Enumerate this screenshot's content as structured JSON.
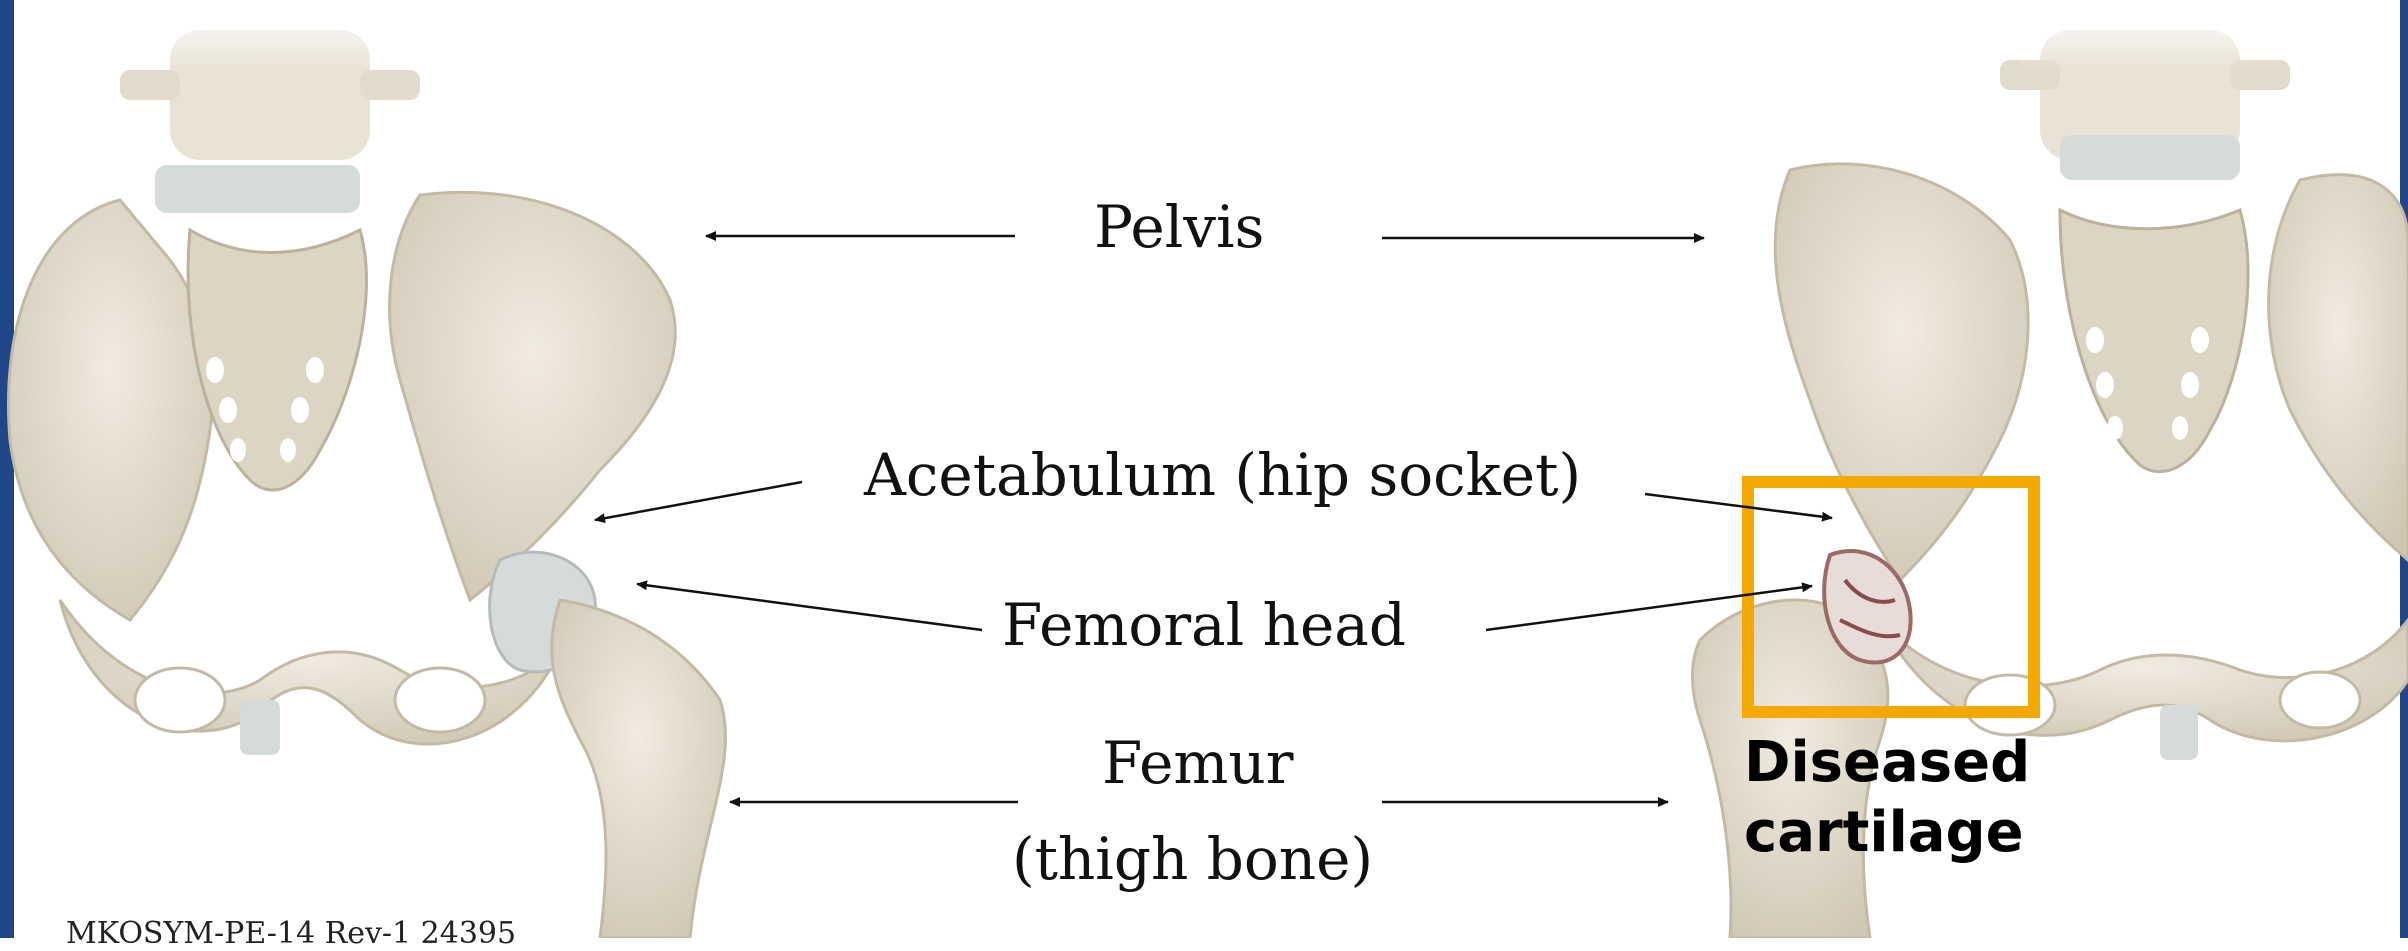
{
  "labels": {
    "pelvis": "Pelvis",
    "acetabulum": "Acetabulum (hip socket)",
    "femoral_head": "Femoral head",
    "femur_line1": "Femur",
    "femur_line2": "(thigh bone)",
    "diseased_line1": "Diseased",
    "diseased_line2": "cartilage"
  },
  "footer": {
    "code": "MKOSYM-PE-14 Rev-1 24395"
  },
  "colors": {
    "bone": "#e7e0d2",
    "bone_shadow": "#cfc6b3",
    "cartilage": "#d7dcdc",
    "highlight_box": "#f5a800",
    "arrow": "#111111",
    "accent_edge": "#1f4788"
  },
  "icons": {
    "left_hip": "healthy-pelvis-icon",
    "right_hip": "diseased-pelvis-icon"
  }
}
